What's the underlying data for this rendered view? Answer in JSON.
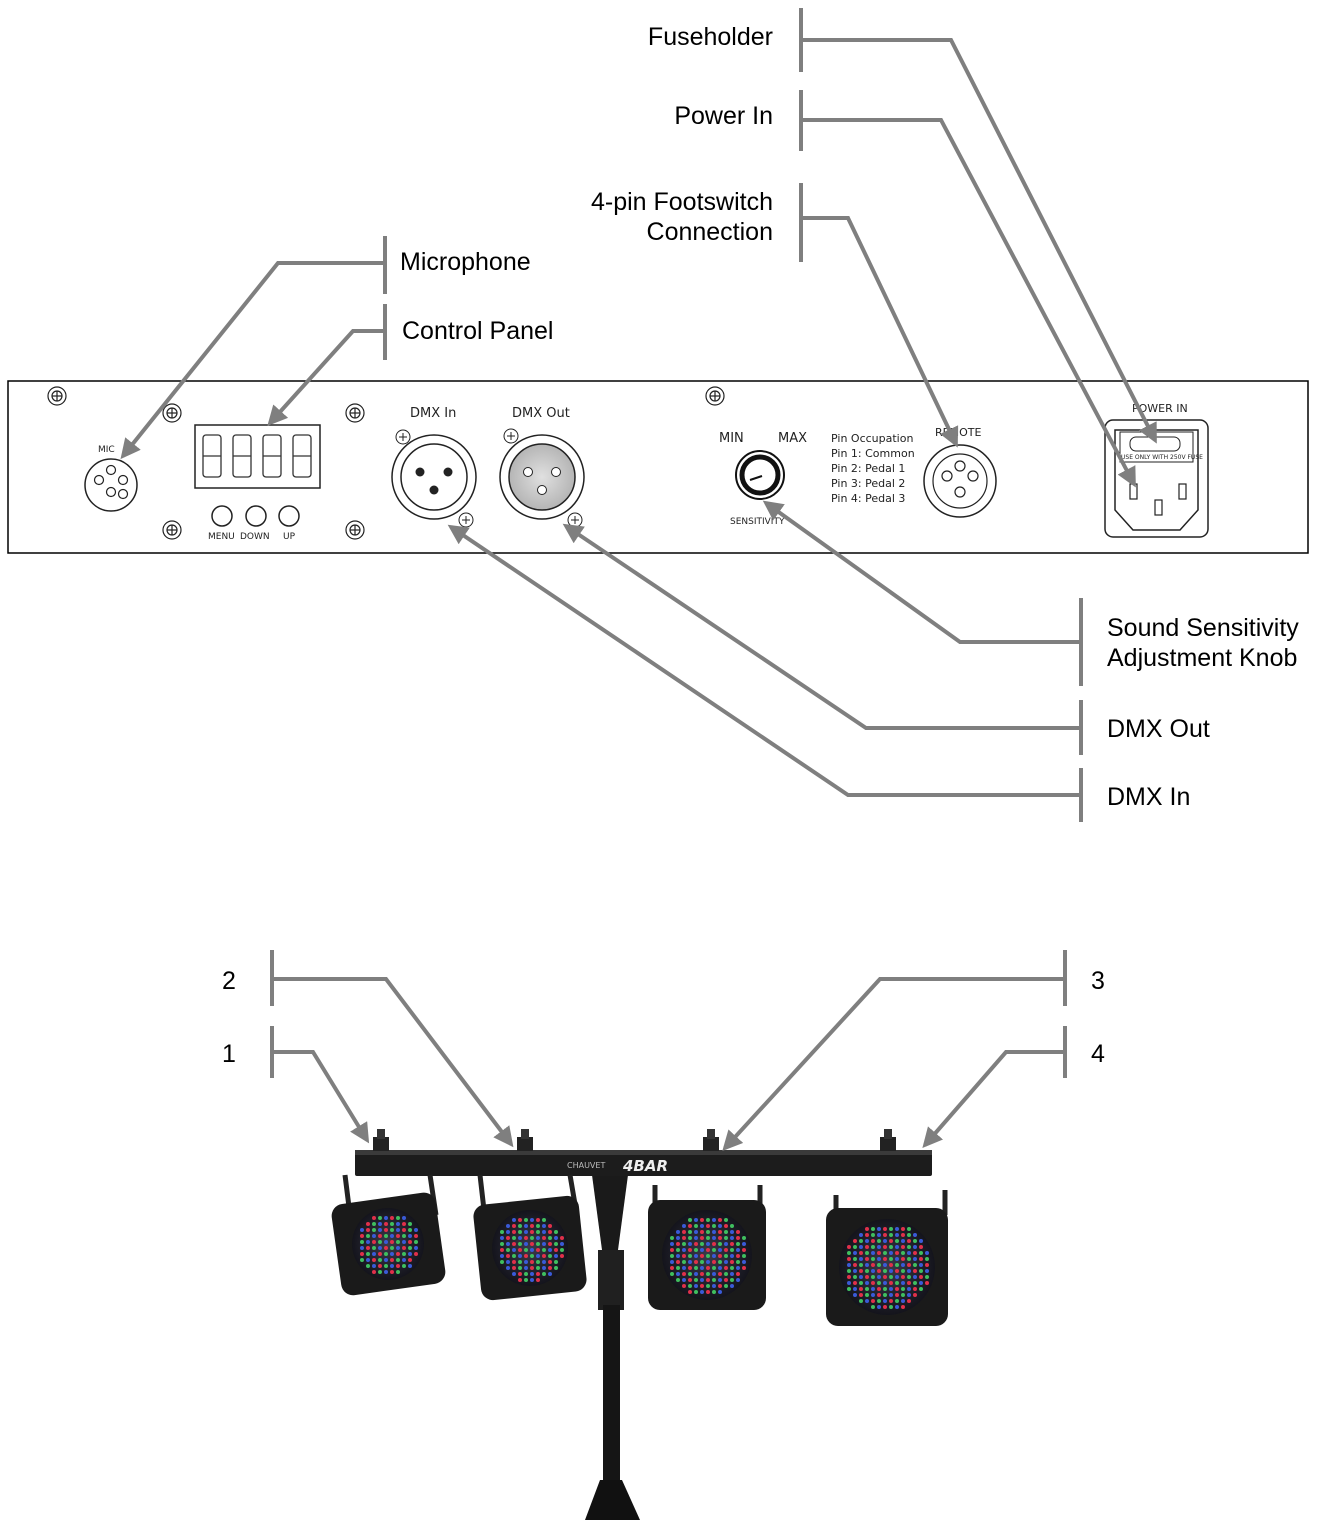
{
  "rear_panel": {
    "callouts": {
      "fuseholder": "Fuseholder",
      "power_in": "Power In",
      "footswitch_line1": "4-pin Footswitch",
      "footswitch_line2": "Connection",
      "microphone": "Microphone",
      "control_panel": "Control Panel",
      "sensitivity_line1": "Sound Sensitivity",
      "sensitivity_line2": "Adjustment Knob",
      "dmx_out": "DMX Out",
      "dmx_in": "DMX In"
    },
    "panel_text": {
      "mic": "MIC",
      "menu": "MENU",
      "down": "DOWN",
      "up": "UP",
      "dmx_in": "DMX In",
      "dmx_out": "DMX Out",
      "min": "MIN",
      "max": "MAX",
      "sensitivity": "SENSITIVITY",
      "pin_occupation": "Pin Occupation",
      "pin1": "Pin 1: Common",
      "pin2": "Pin 2: Pedal 1",
      "pin3": "Pin 3: Pedal 2",
      "pin4": "Pin 4: Pedal 3",
      "remote": "REMOTE",
      "power_in": "POWER IN",
      "fuse_note": "USE ONLY WITH 250V FUSE"
    }
  },
  "light_bar": {
    "callouts": [
      "1",
      "2",
      "3",
      "4"
    ],
    "brand": "CHAUVET",
    "model": "4BAR"
  },
  "colors": {
    "callout_line": "#7f7f7f",
    "panel_outline": "#000000",
    "fixture_body": "#1a1a1a",
    "led_red": "#e0304a",
    "led_green": "#3fbf5f",
    "led_blue": "#3a5ad8"
  }
}
